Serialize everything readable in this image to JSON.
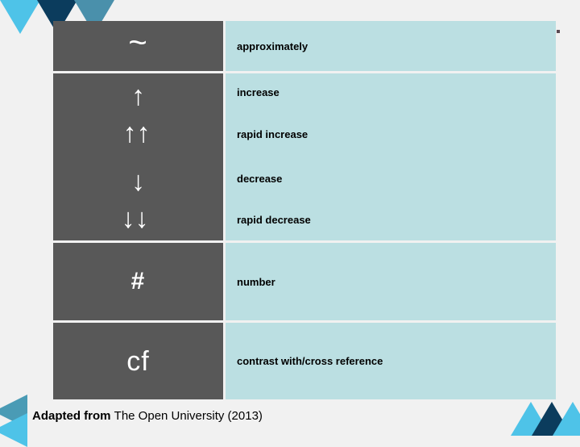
{
  "slide": {
    "title_text": "",
    "background_color": "#f1f1f1",
    "symbol_cell_color": "#585858",
    "meaning_cell_color": "#bbdfe2"
  },
  "decor": {
    "top_left_triangles": [
      {
        "name": "triangle-down-1",
        "color": "#4ec3e8",
        "direction": "down"
      },
      {
        "name": "triangle-down-2",
        "color": "#0b3c5d",
        "direction": "down"
      },
      {
        "name": "triangle-down-3",
        "color": "#4a90ab",
        "direction": "down"
      }
    ],
    "bottom_left_triangles": [
      {
        "name": "triangle-left-1",
        "color": "#4a9bb5",
        "direction": "left"
      },
      {
        "name": "triangle-left-2",
        "color": "#4ec3e8",
        "direction": "left"
      }
    ],
    "bottom_right_triangles": [
      {
        "name": "triangle-up-1",
        "color": "#4ec3e8",
        "direction": "up"
      },
      {
        "name": "triangle-up-2",
        "color": "#0b3c5d",
        "direction": "up"
      },
      {
        "name": "triangle-up-3",
        "color": "#4ec3e8",
        "direction": "up"
      }
    ]
  },
  "table": {
    "rows": [
      {
        "symbol": "~",
        "symbol_name": "tilde-symbol",
        "meaning": "approximately"
      },
      {
        "symbol": "↑",
        "symbol_name": "up-arrow-symbol",
        "meaning": " increase"
      },
      {
        "symbol": "↑↑",
        "symbol_name": "double-up-arrow-symbol",
        "meaning": "rapid increase"
      },
      {
        "symbol": "↓",
        "symbol_name": "down-arrow-symbol",
        "meaning": "decrease"
      },
      {
        "symbol": "↓↓",
        "symbol_name": "double-down-arrow-symbol",
        "meaning": "rapid decrease"
      },
      {
        "symbol": "#",
        "symbol_name": "hash-symbol",
        "meaning": "number"
      },
      {
        "symbol": "cf",
        "symbol_name": "cf-symbol",
        "meaning": "contrast with/cross reference"
      }
    ]
  },
  "footer": {
    "prefix": "Adapted from ",
    "source": "The Open University (2013)"
  }
}
